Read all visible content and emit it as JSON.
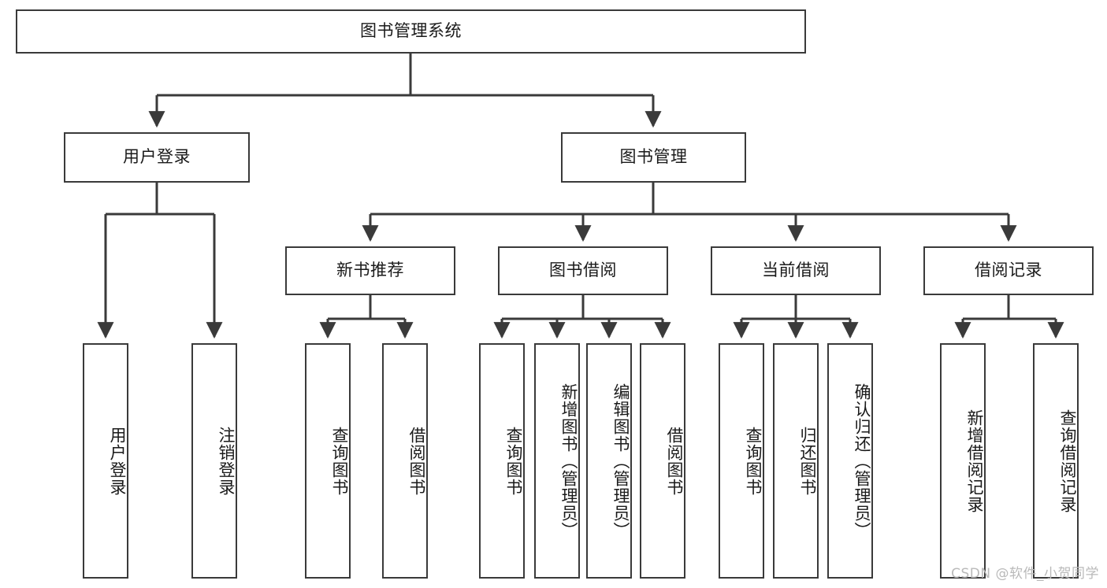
{
  "diagram": {
    "type": "tree-hierarchy",
    "title": "图书管理系统",
    "root": {
      "id": "root",
      "label": "图书管理系统"
    },
    "level2": [
      {
        "id": "user-login",
        "label": "用户登录"
      },
      {
        "id": "book-manage",
        "label": "图书管理"
      }
    ],
    "level3": [
      {
        "id": "new-book-rec",
        "label": "新书推荐",
        "parent": "book-manage"
      },
      {
        "id": "book-borrow",
        "label": "图书借阅",
        "parent": "book-manage"
      },
      {
        "id": "current-borrow",
        "label": "当前借阅",
        "parent": "book-manage"
      },
      {
        "id": "borrow-record",
        "label": "借阅记录",
        "parent": "book-manage"
      }
    ],
    "leaves": [
      {
        "id": "leaf-user-login",
        "label": "用户登录",
        "parent": "user-login"
      },
      {
        "id": "leaf-logout-login",
        "label": "注销登录",
        "parent": "user-login"
      },
      {
        "id": "leaf-query-book-1",
        "label": "查询图书",
        "parent": "new-book-rec"
      },
      {
        "id": "leaf-borrow-book-1",
        "label": "借阅图书",
        "parent": "new-book-rec"
      },
      {
        "id": "leaf-query-book-2",
        "label": "查询图书",
        "parent": "book-borrow"
      },
      {
        "id": "leaf-add-book",
        "label": "新增图书（管理员）",
        "parent": "book-borrow"
      },
      {
        "id": "leaf-edit-book",
        "label": "编辑图书（管理员）",
        "parent": "book-borrow"
      },
      {
        "id": "leaf-borrow-book-2",
        "label": "借阅图书",
        "parent": "book-borrow"
      },
      {
        "id": "leaf-query-book-3",
        "label": "查询图书",
        "parent": "current-borrow"
      },
      {
        "id": "leaf-return-book",
        "label": "归还图书",
        "parent": "current-borrow"
      },
      {
        "id": "leaf-confirm-return",
        "label": "确认归还（管理员）",
        "parent": "current-borrow"
      },
      {
        "id": "leaf-add-record",
        "label": "新增借阅记录",
        "parent": "borrow-record"
      },
      {
        "id": "leaf-query-record",
        "label": "查询借阅记录",
        "parent": "borrow-record"
      }
    ]
  },
  "watermark": {
    "text": "CSDN @软件_小贺同学"
  },
  "colors": {
    "stroke": "#3a3a3a",
    "background": "#ffffff",
    "text": "#1a1a1a",
    "watermark": "#b9b9b9"
  }
}
